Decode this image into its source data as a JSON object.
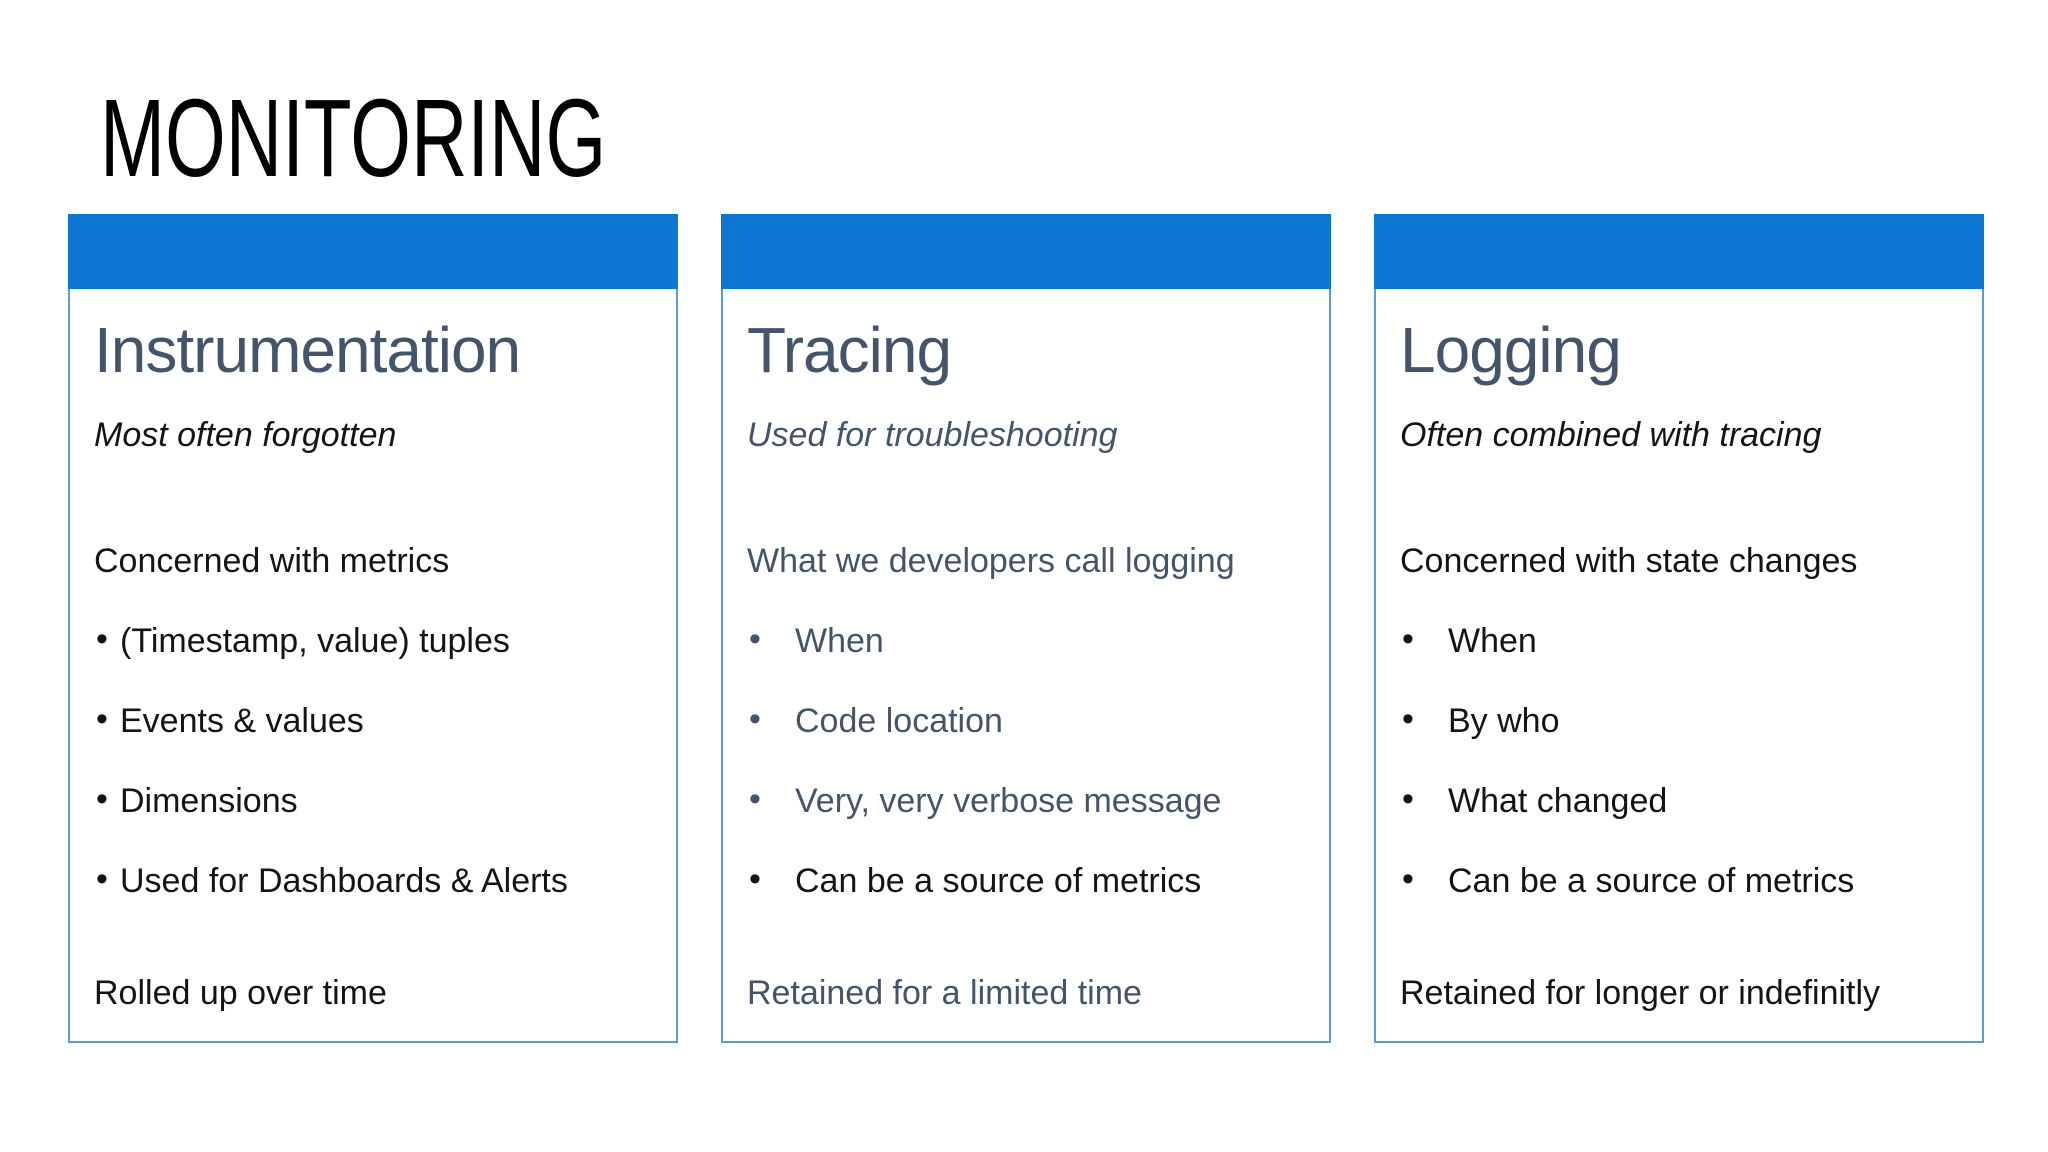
{
  "colors": {
    "header-blue": "#0c76d2",
    "card-border": "#5b9bd5",
    "slate": "#44546a",
    "ink": "#141414",
    "bg": "#ffffff"
  },
  "page": {
    "title": "MONITORING"
  },
  "cards": [
    {
      "title": "Instrumentation",
      "subtitle": "Most often forgotten",
      "subtitle_tone": "ink",
      "heading": "Concerned with metrics",
      "heading_tone": "ink",
      "bullets": [
        {
          "text": "(Timestamp, value) tuples",
          "tone": "ink"
        },
        {
          "text": "Events & values",
          "tone": "ink"
        },
        {
          "text": "Dimensions",
          "tone": "ink"
        },
        {
          "text": "Used for Dashboards & Alerts",
          "tone": "ink"
        }
      ],
      "footer": "Rolled up over time",
      "footer_tone": "ink"
    },
    {
      "title": "Tracing",
      "subtitle": "Used for troubleshooting",
      "subtitle_tone": "slate",
      "heading": "What we developers call logging",
      "heading_tone": "slate",
      "bullets": [
        {
          "text": "When",
          "tone": "slate"
        },
        {
          "text": "Code location",
          "tone": "slate"
        },
        {
          "text": "Very, very verbose message",
          "tone": "slate"
        },
        {
          "text": "Can be a source of metrics",
          "tone": "ink"
        }
      ],
      "footer": "Retained for a limited time",
      "footer_tone": "slate"
    },
    {
      "title": "Logging",
      "subtitle": "Often combined with tracing",
      "subtitle_tone": "ink",
      "heading": "Concerned with state changes",
      "heading_tone": "ink",
      "bullets": [
        {
          "text": "When",
          "tone": "ink"
        },
        {
          "text": "By who",
          "tone": "ink"
        },
        {
          "text": "What changed",
          "tone": "ink"
        },
        {
          "text": "Can be a source of metrics",
          "tone": "ink"
        }
      ],
      "footer": "Retained for longer or indefinitly",
      "footer_tone": "ink"
    }
  ]
}
